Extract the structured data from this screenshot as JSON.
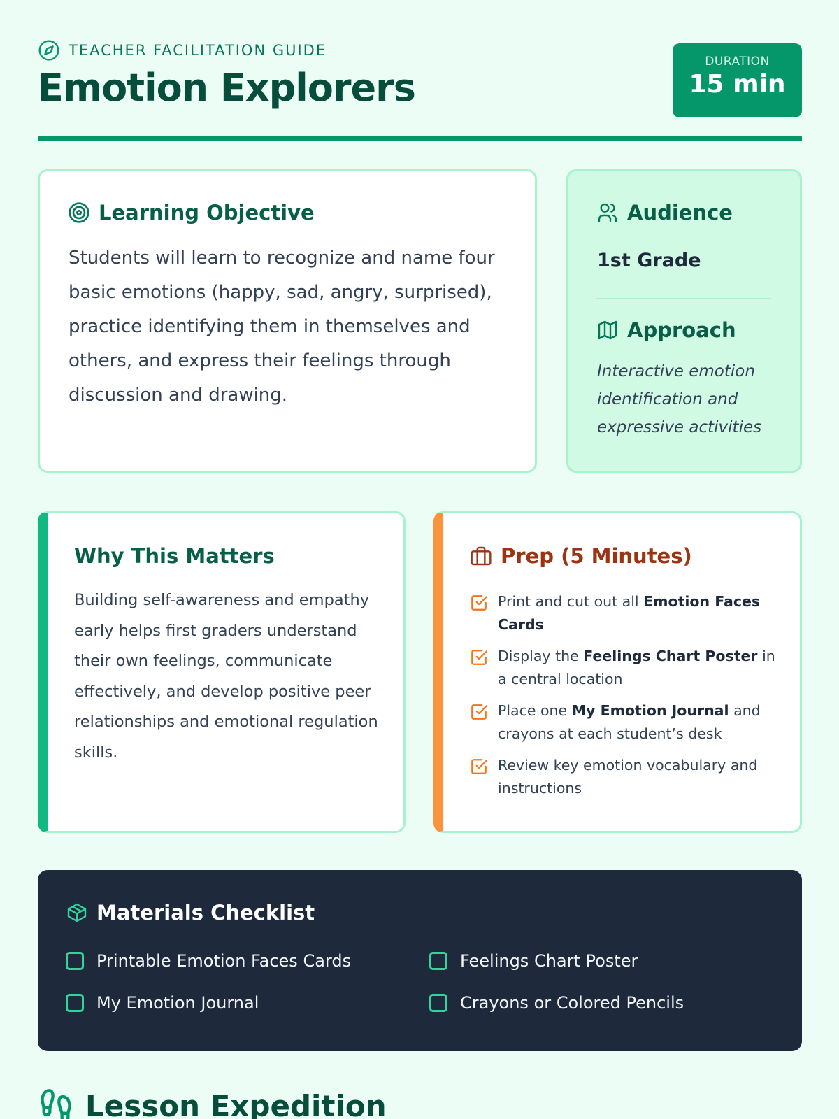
{
  "header": {
    "eyebrow": "TEACHER FACILITATION GUIDE",
    "eyebrow_icon": "compass-icon",
    "title": "Emotion Explorers",
    "duration_label": "DURATION",
    "duration_value": "15 min"
  },
  "objective": {
    "icon": "target-icon",
    "title": "Learning Objective",
    "body": "Students will learn to recognize and name four basic emotions (happy, sad, angry, surprised), practice identifying them in themselves and others, and express their feelings through discussion and drawing."
  },
  "audience": {
    "icon": "users-icon",
    "title": "Audience",
    "value": "1st Grade"
  },
  "approach": {
    "icon": "map-icon",
    "title": "Approach",
    "value": "Interactive emotion identification and expressive activities"
  },
  "why": {
    "title": "Why This Matters",
    "body": "Building self-awareness and empathy early helps first graders understand their own feelings, communicate effectively, and develop positive peer relationships and emotional regulation skills."
  },
  "prep": {
    "icon": "briefcase-icon",
    "title": "Prep (5 Minutes)",
    "items": [
      {
        "before": "Print and cut out all ",
        "bold": "Emotion Faces Cards",
        "after": ""
      },
      {
        "before": "Display the ",
        "bold": "Feelings Chart Poster",
        "after": " in a central location"
      },
      {
        "before": "Place one ",
        "bold": "My Emotion Journal",
        "after": " and crayons at each student’s desk"
      },
      {
        "before": "Review key emotion vocabulary and instructions",
        "bold": "",
        "after": ""
      }
    ]
  },
  "materials": {
    "icon": "package-icon",
    "title": "Materials Checklist",
    "items": [
      {
        "label": "Printable Emotion Faces Cards",
        "checked": false
      },
      {
        "label": "Feelings Chart Poster",
        "checked": false
      },
      {
        "label": "My Emotion Journal",
        "checked": false
      },
      {
        "label": "Crayons or Colored Pencils",
        "checked": false
      }
    ]
  },
  "expedition": {
    "icon": "footprints-icon",
    "title": "Lesson Expedition"
  },
  "colors": {
    "background": "#ecfdf5",
    "primary": "#059669",
    "heading": "#064e3b",
    "accent_orange": "#fb923c",
    "dark_panel": "#1e293b"
  }
}
